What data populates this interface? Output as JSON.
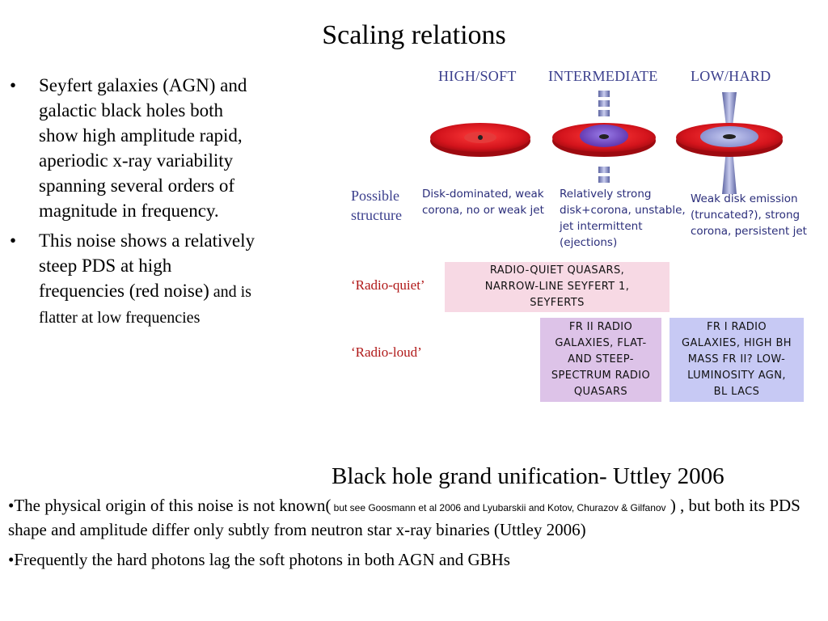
{
  "title": "Scaling relations",
  "bullets": [
    {
      "main": "Seyfert galaxies (AGN) and galactic black holes both show high amplitude  rapid, aperiodic x-ray variability spanning several orders of magnitude in frequency.",
      "tail": ""
    },
    {
      "main": "This noise shows a relatively steep PDS at high frequencies (red noise)",
      "tail": " and is flatter at low frequencies"
    }
  ],
  "figure": {
    "states": [
      "HIGH/SOFT",
      "INTERMEDIATE",
      "LOW/HARD"
    ],
    "structure_label_1": "Possible",
    "structure_label_2": "structure",
    "descriptions": [
      [
        "Disk-dominated, weak",
        "corona, no or weak jet"
      ],
      [
        "Relatively strong",
        "disk+corona, unstable,",
        "jet intermittent",
        "(ejections)"
      ],
      [
        "Weak disk emission",
        "(truncated?), strong",
        "corona, persistent jet"
      ]
    ],
    "radio_quiet_label": "‘Radio-quiet’",
    "radio_loud_label": "‘Radio-loud’",
    "radio_quiet_box": [
      "RADIO-QUIET QUASARS,",
      "NARROW-LINE SEYFERT 1,",
      "SEYFERTS"
    ],
    "radio_loud_box_1": [
      "FR II RADIO",
      "GALAXIES, FLAT-",
      "AND STEEP-",
      "SPECTRUM RADIO",
      "QUASARS"
    ],
    "radio_loud_box_2": [
      "FR I RADIO",
      "GALAXIES, HIGH BH",
      "MASS FR II?  LOW-",
      "LUMINOSITY AGN,",
      "BL LACS"
    ],
    "colors": {
      "disk_red": "#d4141c",
      "disk_rim": "#a80b12",
      "corona_purple": "#6e3fc0",
      "jet": "#8d93bf",
      "label_blue": "#3a3e8c",
      "label_red": "#b01818"
    }
  },
  "caption": "Black hole grand unification- Uttley 2006",
  "bottom": {
    "line1_a": "•The physical origin of this noise is not known(",
    "line1_small": " but see Goosmann et al 2006 and Lyubarskii and  Kotov, Churazov & Gilfanov",
    "line1_b": " ) , but both its PDS shape and amplitude differ only subtly from neutron star x-ray binaries (Uttley 2006)",
    "line2": "•Frequently the hard photons lag the soft photons in both AGN and GBHs"
  }
}
